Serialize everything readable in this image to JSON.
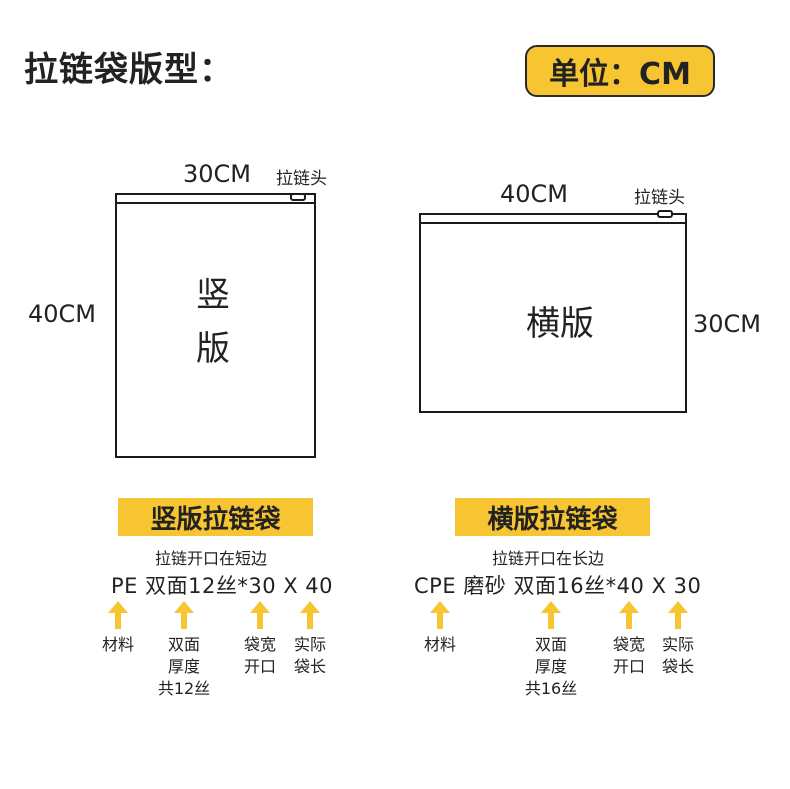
{
  "page": {
    "title": "拉链袋版型：",
    "unit": "单位：CM"
  },
  "vertical": {
    "width_label": "30CM",
    "height_label": "40CM",
    "zipper_head_label": "拉链头",
    "bag_text_line1": "竖",
    "bag_text_line2": "版",
    "badge": "竖版拉链袋",
    "opening_note": "拉链开口在短边",
    "spec": "PE 双面12丝*30 X 40",
    "captions": [
      "材料",
      "双面\n厚度\n共12丝",
      "袋宽\n开口",
      "实际\n袋长"
    ]
  },
  "horizontal": {
    "width_label": "40CM",
    "height_label": "30CM",
    "zipper_head_label": "拉链头",
    "bag_text": "横版",
    "badge": "横版拉链袋",
    "opening_note": "拉链开口在长边",
    "spec": "CPE 磨砂 双面16丝*40 X 30",
    "captions": [
      "材料",
      "双面\n厚度\n共16丝",
      "袋宽\n开口",
      "实际\n袋长"
    ]
  },
  "colors": {
    "accent": "#f7c531",
    "ink": "#1a1a1a"
  },
  "icons": {
    "arrow": "up-arrow-icon"
  }
}
